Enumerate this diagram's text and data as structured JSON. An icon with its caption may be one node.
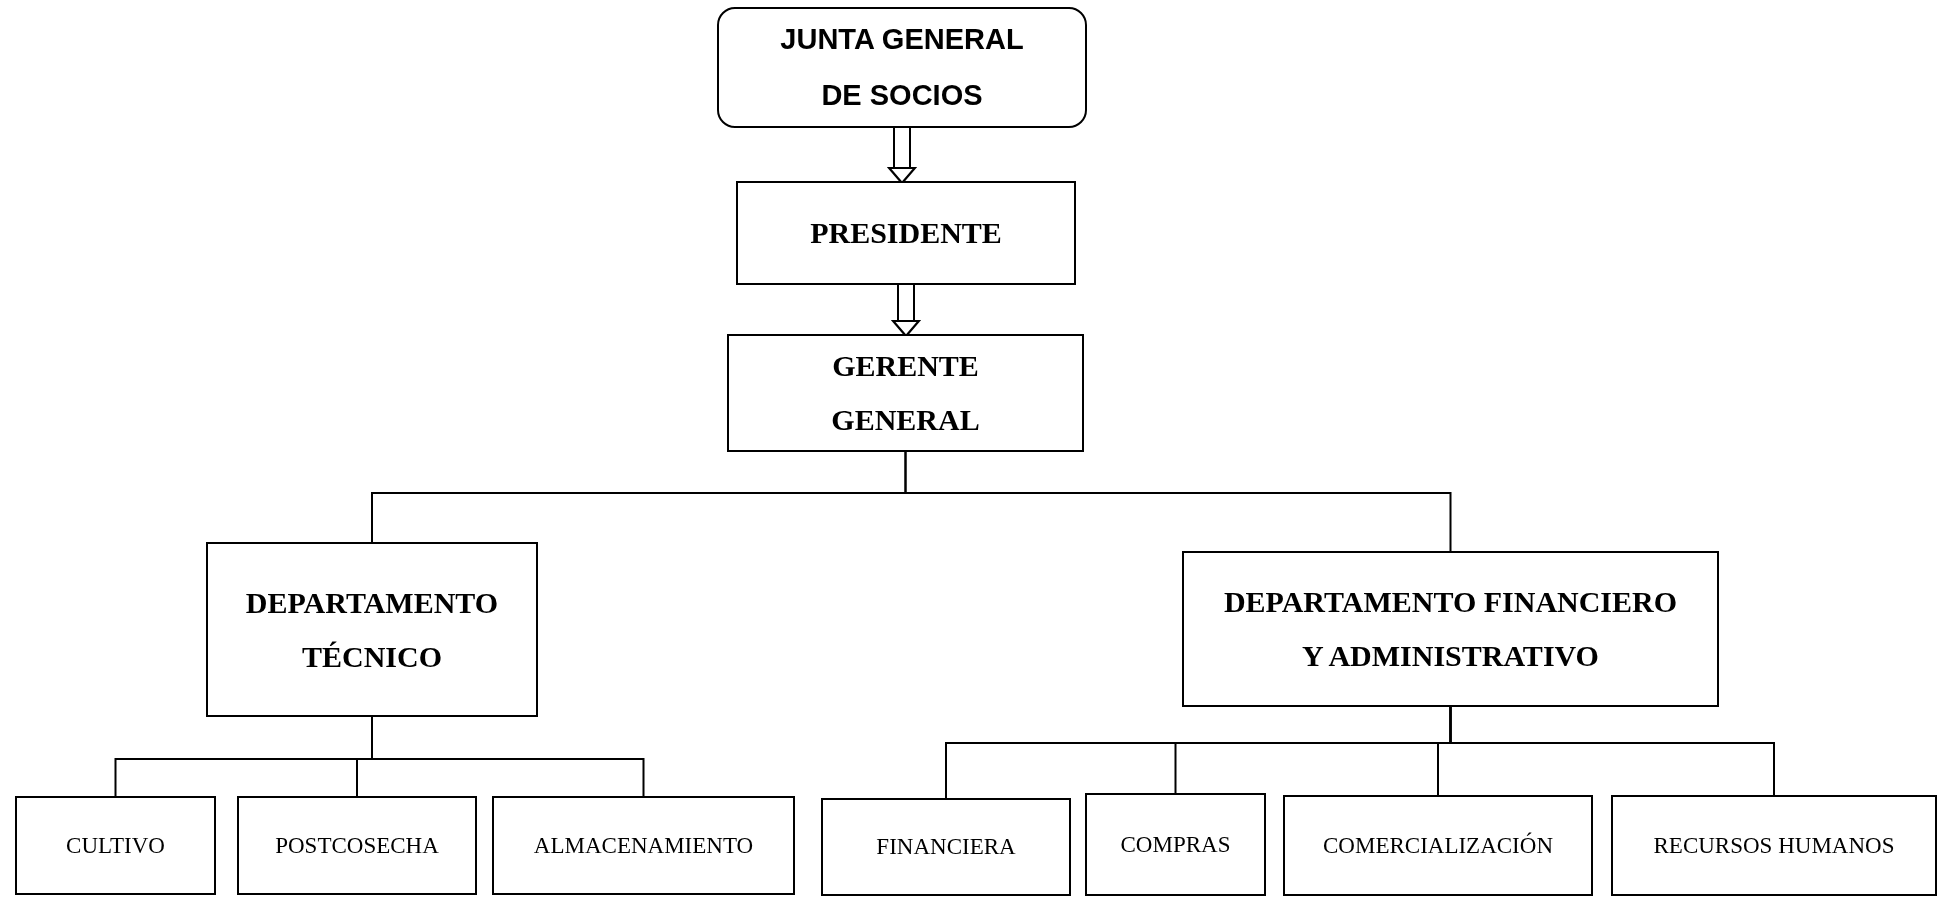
{
  "diagram": {
    "nodes": [
      {
        "text": [
          "JUNTA GENERAL DE SOCIOS"
        ]
      },
      {
        "text": [
          "PRESIDENTE"
        ]
      },
      {
        "text": [
          "GERENTE GENERAL"
        ]
      },
      {
        "text": [
          "DEPARTAMENTO TÉCNICO"
        ]
      },
      {
        "text": [
          "DEPARTAMENTO FINANCIERO Y ADMINISTRATIVO"
        ]
      },
      {
        "text": [
          "CULTIVO"
        ]
      },
      {
        "text": [
          "POSTCOSECHA"
        ]
      },
      {
        "text": [
          "ALMACENAMIENTO"
        ]
      },
      {
        "text": [
          "FINANCIERA"
        ]
      },
      {
        "text": [
          "COMPRAS"
        ]
      },
      {
        "text": [
          "COMERCIALIZACIÓN"
        ]
      },
      {
        "text": [
          "RECURSOS HUMANOS"
        ]
      }
    ],
    "edges": [
      {
        "from": 0,
        "to": 1,
        "arrow": "to"
      },
      {
        "from": 1,
        "to": 2,
        "arrow": "to"
      },
      {
        "from": 2,
        "to": 3,
        "arrow": "none"
      },
      {
        "from": 2,
        "to": 4,
        "arrow": "none"
      },
      {
        "from": 3,
        "to": 5,
        "arrow": "none"
      },
      {
        "from": 3,
        "to": 6,
        "arrow": "none"
      },
      {
        "from": 3,
        "to": 7,
        "arrow": "none"
      },
      {
        "from": 4,
        "to": 8,
        "arrow": "none"
      },
      {
        "from": 4,
        "to": 9,
        "arrow": "none"
      },
      {
        "from": 4,
        "to": 10,
        "arrow": "none"
      },
      {
        "from": 4,
        "to": 11,
        "arrow": "none"
      }
    ]
  }
}
